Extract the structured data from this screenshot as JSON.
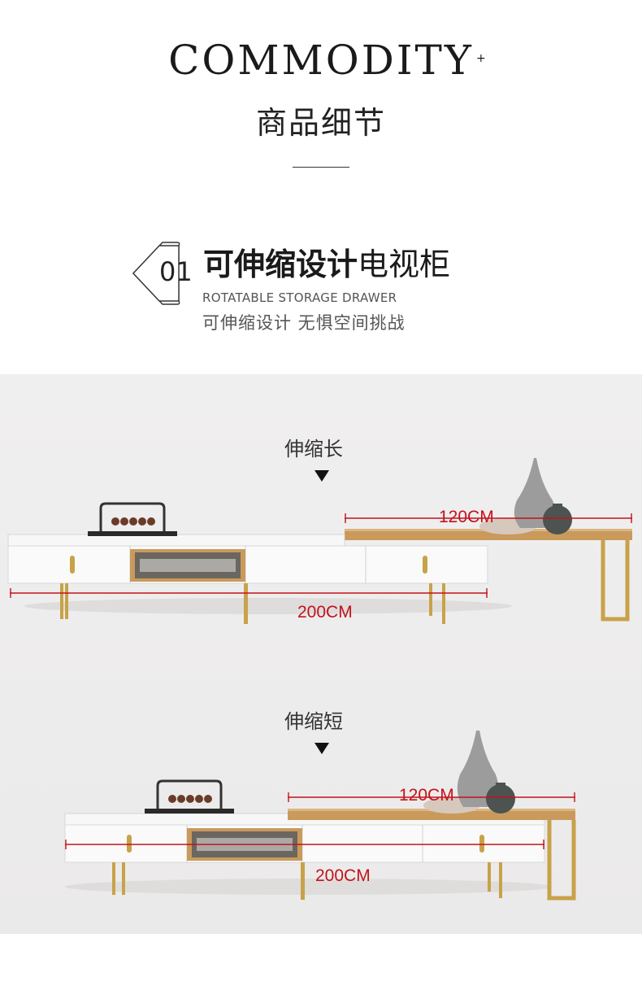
{
  "header": {
    "title": "COMMODITY",
    "plus": "+",
    "subtitle": "商品细节"
  },
  "feature": {
    "number": "01",
    "title_bold": "可伸缩设计",
    "title_normal": "电视柜",
    "subtitle_en": "ROTATABLE STORAGE DRAWER",
    "description": "可伸缩设计 无惧空间挑战"
  },
  "panels": [
    {
      "label": "伸缩长",
      "dim_top": "120CM",
      "dim_bottom": "200CM"
    },
    {
      "label": "伸缩短",
      "dim_top": "120CM",
      "dim_bottom": "200CM"
    }
  ],
  "colors": {
    "background": "#ffffff",
    "photo_bg": "#eeeded",
    "dimension_red": "#c4121a",
    "gold": "#c8a24a",
    "wood": "#c99a5c"
  },
  "icons": {
    "badge": "diamond-badge-icon",
    "pointer": "down-triangle-icon"
  }
}
